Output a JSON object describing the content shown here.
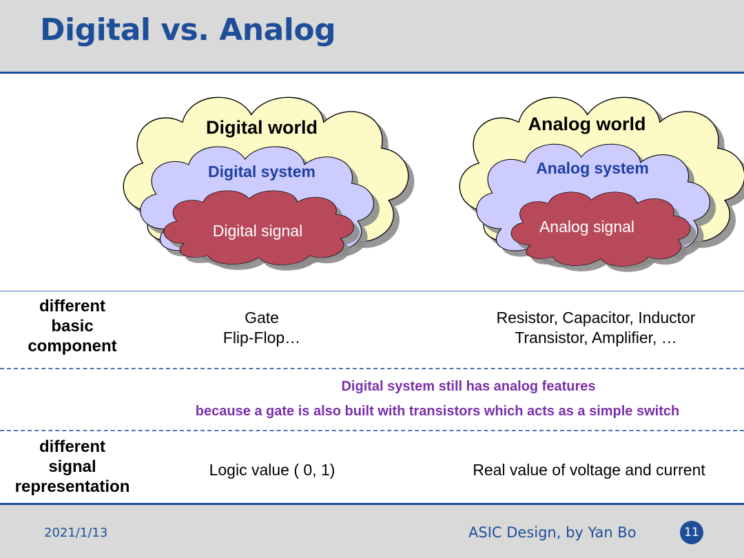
{
  "slide": {
    "title": "Digital vs. Analog"
  },
  "diagram": {
    "digital": {
      "world": "Digital world",
      "system": "Digital system",
      "signal": "Digital signal"
    },
    "analog": {
      "world": "Analog world",
      "system": "Analog system",
      "signal": "Analog signal"
    },
    "colors": {
      "world_fill": "#fdfbc5",
      "system_fill": "#ccccff",
      "signal_fill": "#b84a5a",
      "system_text": "#1f3fa0"
    }
  },
  "table": {
    "component": {
      "label": [
        "different",
        "basic",
        "component"
      ],
      "digital": [
        "Gate",
        "Flip-Flop…"
      ],
      "analog": [
        "Resistor, Capacitor, Inductor",
        "Transistor, Amplifier, …"
      ]
    },
    "note": [
      "Digital system still has analog features",
      "because a gate is also built with transistors which acts as a simple switch"
    ],
    "signal": {
      "label": [
        "different",
        "signal",
        "representation"
      ],
      "digital": "Logic value ( 0, 1)",
      "analog": "Real value of voltage and current"
    }
  },
  "footer": {
    "date": "2021/1/13",
    "author": "ASIC Design, by Yan Bo",
    "page": "11"
  }
}
